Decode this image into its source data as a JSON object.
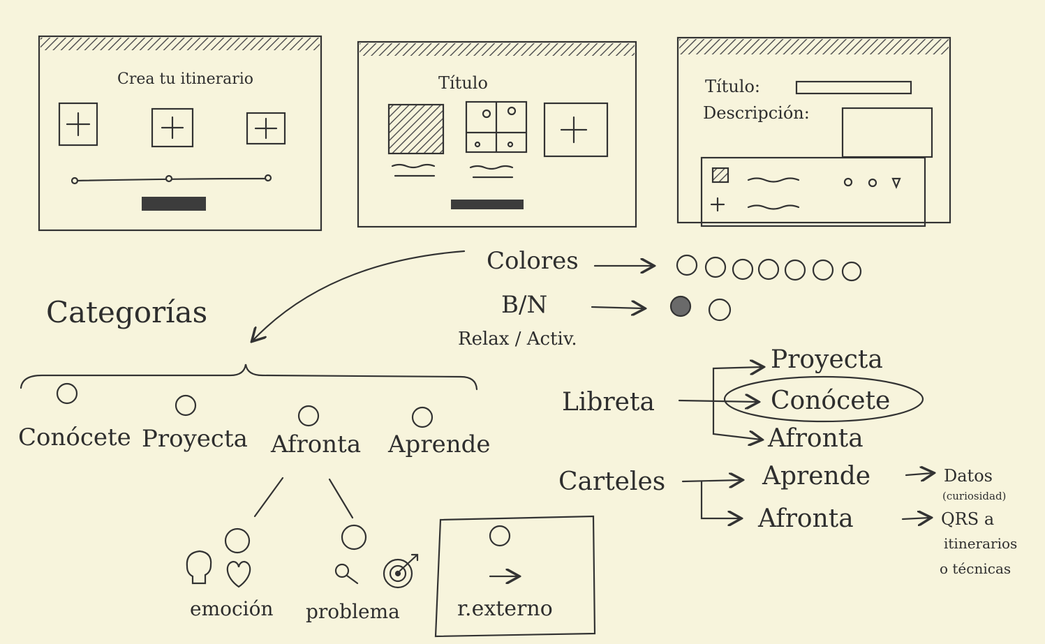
{
  "screens": {
    "screen1": {
      "title": "Crea tu itinerario"
    },
    "screen2": {
      "title": "Título"
    },
    "screen3": {
      "title_label": "Título:",
      "description_label": "Descripción:"
    }
  },
  "settings": {
    "colors_label": "Colores",
    "bw_label": "B/N",
    "mode_label": "Relax / Activ."
  },
  "categories": {
    "heading": "Categorías",
    "items": [
      "Conócete",
      "Proyecta",
      "Afronta",
      "Aprende"
    ],
    "afronta_children": [
      "emoción",
      "problema",
      "r.externo"
    ]
  },
  "libreta": {
    "label": "Libreta",
    "targets": [
      "Proyecta",
      "Conócete",
      "Afronta"
    ]
  },
  "carteles": {
    "label": "Carteles",
    "targets": [
      "Aprende",
      "Afronta"
    ],
    "aprende_detail": "Datos",
    "aprende_detail_sub": "(curiosidad)",
    "afronta_detail_lines": [
      "QRS a",
      "itinerarios",
      "o técnicas"
    ]
  }
}
